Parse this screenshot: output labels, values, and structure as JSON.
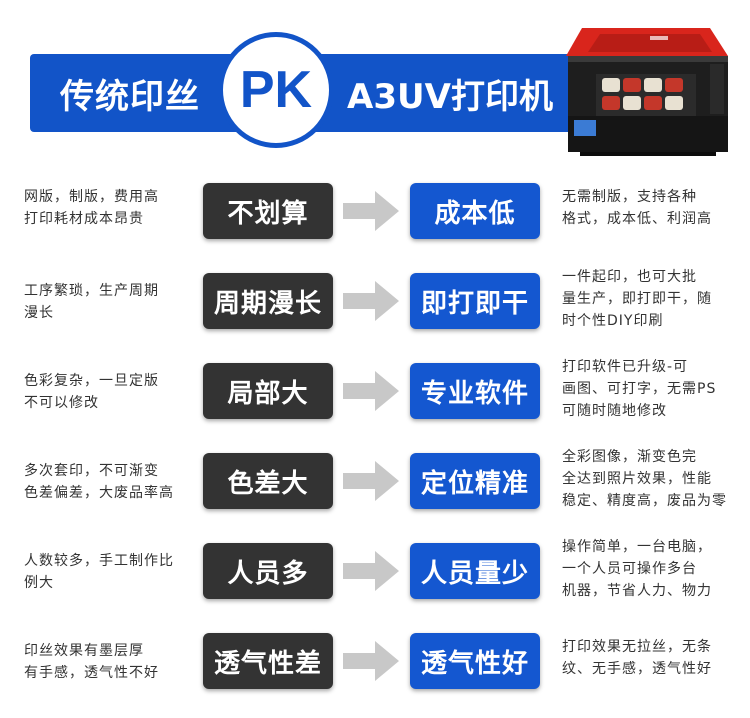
{
  "header": {
    "left_title": "传统印丝",
    "pk": "PK",
    "right_title": "A3UV打印机"
  },
  "colors": {
    "blue": "#1254c8",
    "dark": "#333333",
    "arrow": "#c8c8c8",
    "printer_red": "#d9251c"
  },
  "rows": [
    {
      "left_desc": "网版，制版，费用高\n打印耗材成本昂贵",
      "bad": "不划算",
      "good": "成本低",
      "right_desc": "无需制版，支持各种\n格式，成本低、利润高"
    },
    {
      "left_desc": "工序繁琐，生产周期\n漫长",
      "bad": "周期漫长",
      "good": "即打即干",
      "right_desc": "一件起印，也可大批\n量生产，即打即干，随\n时个性DIY印刷"
    },
    {
      "left_desc": "色彩复杂，一旦定版\n不可以修改",
      "bad": "局部大",
      "good": "专业软件",
      "right_desc": "打印软件已升级-可\n画图、可打字，无需PS\n可随时随地修改"
    },
    {
      "left_desc": "多次套印，不可渐变\n色差偏差，大废品率高",
      "bad": "色差大",
      "good": "定位精准",
      "right_desc": "全彩图像，渐变色完\n全达到照片效果，性能\n稳定、精度高，废品为零"
    },
    {
      "left_desc": "人数较多，手工制作比\n例大",
      "bad": "人员多",
      "good": "人员量少",
      "right_desc": "操作简单，一台电脑，\n一个人员可操作多台\n机器，节省人力、物力"
    },
    {
      "left_desc": "印丝效果有墨层厚\n有手感，透气性不好",
      "bad": "透气性差",
      "good": "透气性好",
      "right_desc": "打印效果无拉丝，无条\n纹、无手感，透气性好"
    }
  ]
}
